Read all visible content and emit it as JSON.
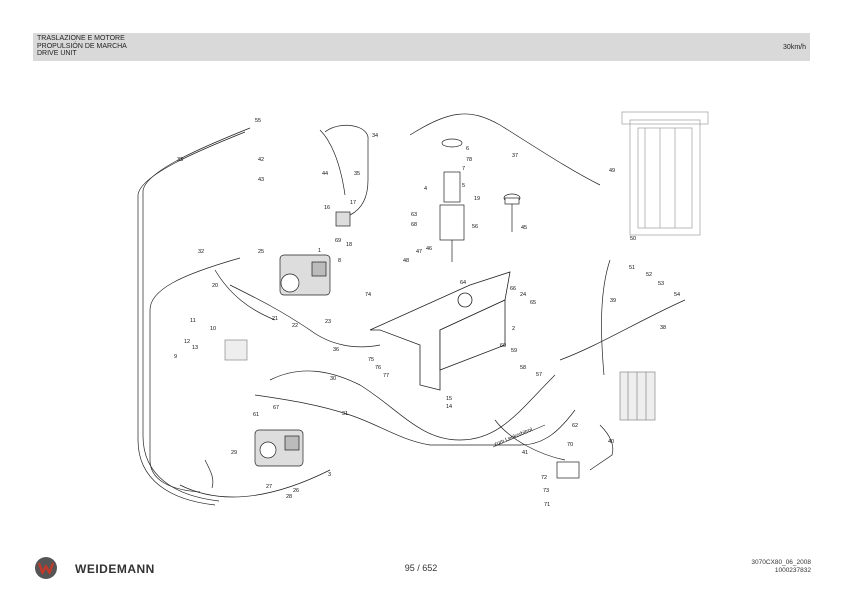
{
  "header": {
    "title_it": "TRASLAZIONE E MOTORE",
    "title_es": "PROPULSIÓN DE MARCHA",
    "title_en": "DRIVE UNIT",
    "speed": "30km/h"
  },
  "diagram": {
    "callout_text": "zum Lenkorbitrol",
    "part_labels": [
      "1",
      "2",
      "3",
      "4",
      "5",
      "6",
      "7",
      "8",
      "9",
      "10",
      "11",
      "12",
      "13",
      "14",
      "15",
      "16",
      "17",
      "18",
      "19",
      "20",
      "21",
      "22",
      "23",
      "24",
      "25",
      "26",
      "27",
      "28",
      "29",
      "30",
      "31",
      "32",
      "33",
      "34",
      "35",
      "36",
      "37",
      "38",
      "39",
      "40",
      "41",
      "42",
      "43",
      "44",
      "45",
      "46",
      "47",
      "48",
      "49",
      "50",
      "51",
      "52",
      "53",
      "54",
      "55",
      "56",
      "57",
      "58",
      "59",
      "60",
      "61",
      "62",
      "63",
      "64",
      "65",
      "66",
      "67",
      "68",
      "69",
      "70",
      "71",
      "72",
      "73",
      "74",
      "75",
      "76",
      "77",
      "78"
    ]
  },
  "footer": {
    "brand": "WEIDEMANN",
    "page": "95 / 652",
    "doc_code": "3070CX80_06_2008",
    "doc_number": "1000237832"
  }
}
